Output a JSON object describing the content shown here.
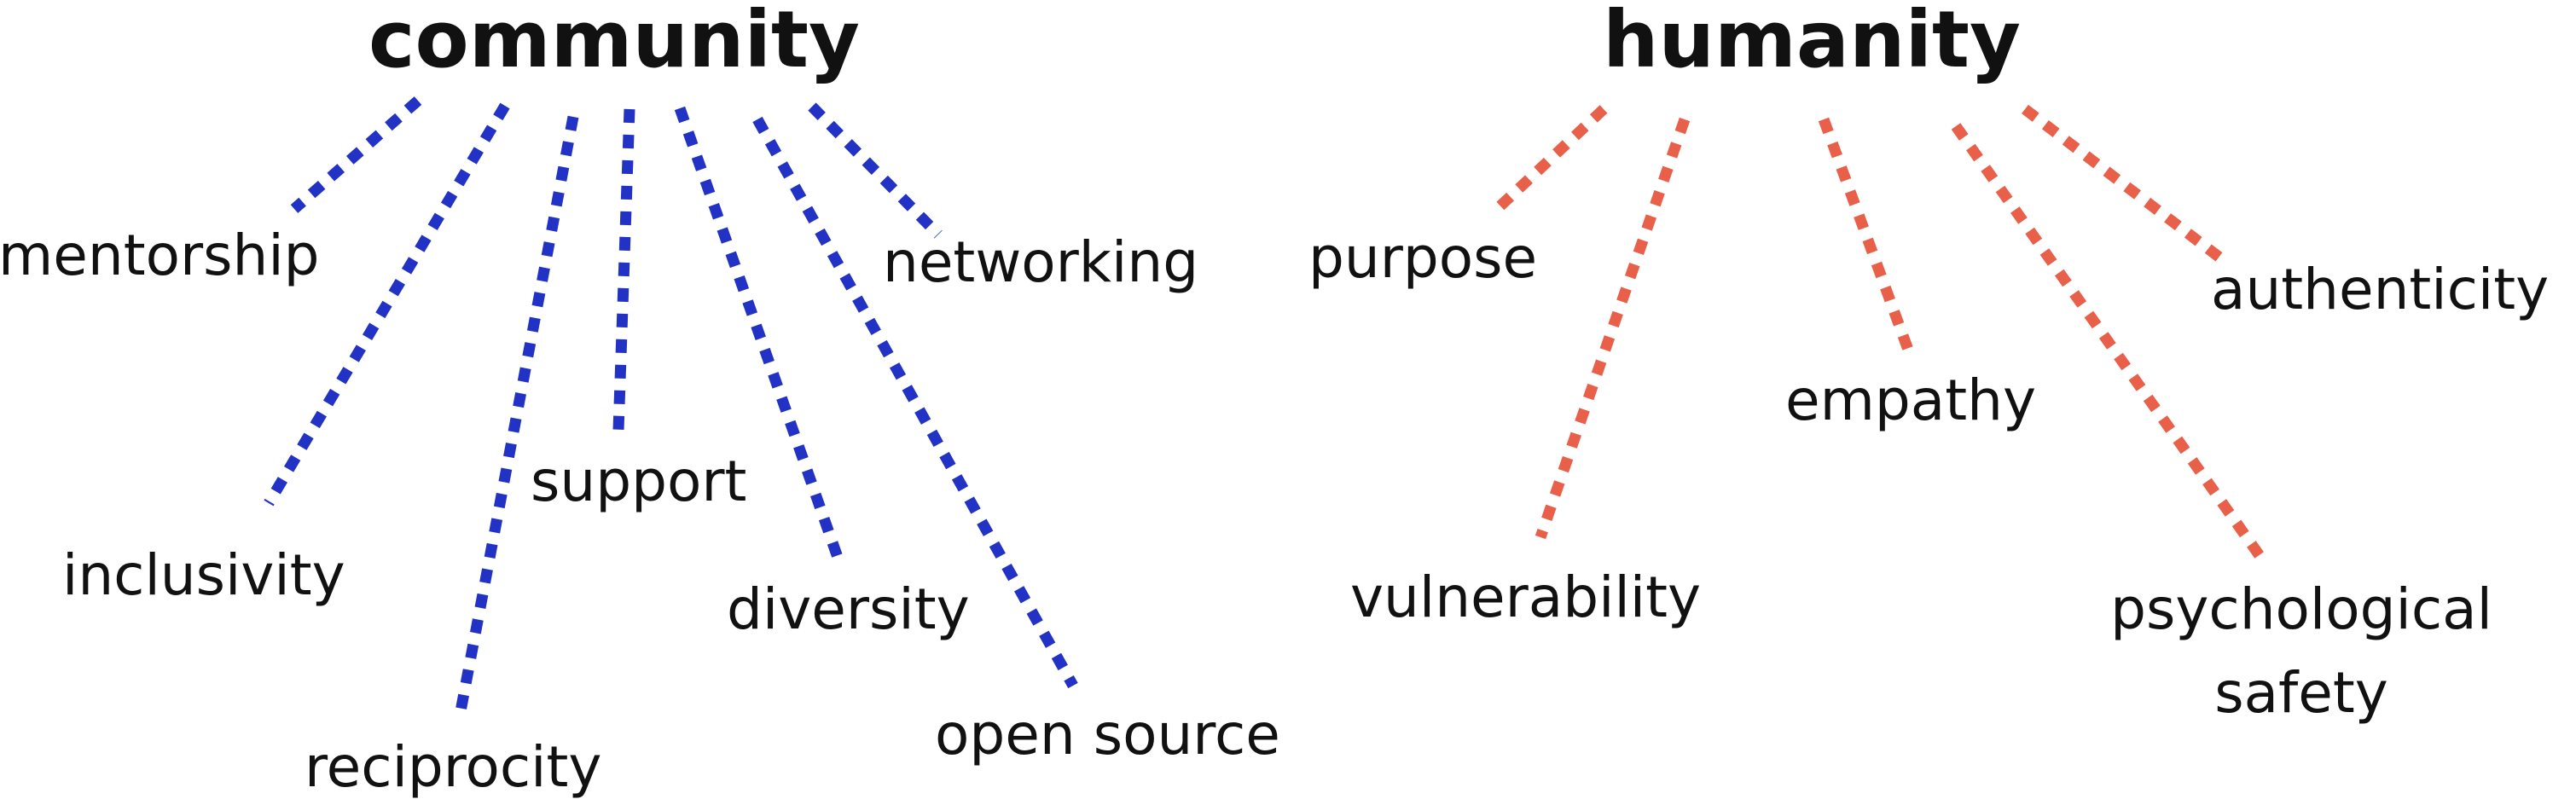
{
  "colors": {
    "community": "#2232C5",
    "humanity": "#E8604A",
    "text": "#111111"
  },
  "community": {
    "title": "community",
    "items": {
      "mentorship": "mentorship",
      "inclusivity": "inclusivity",
      "reciprocity": "reciprocity",
      "support": "support",
      "diversity": "diversity",
      "open_source": "open source",
      "networking": "networking"
    }
  },
  "humanity": {
    "title": "humanity",
    "items": {
      "purpose": "purpose",
      "vulnerability": "vulnerability",
      "empathy": "empathy",
      "psychological_safety_line1": "psychological",
      "psychological_safety_line2": "safety",
      "authenticity": "authenticity"
    }
  }
}
